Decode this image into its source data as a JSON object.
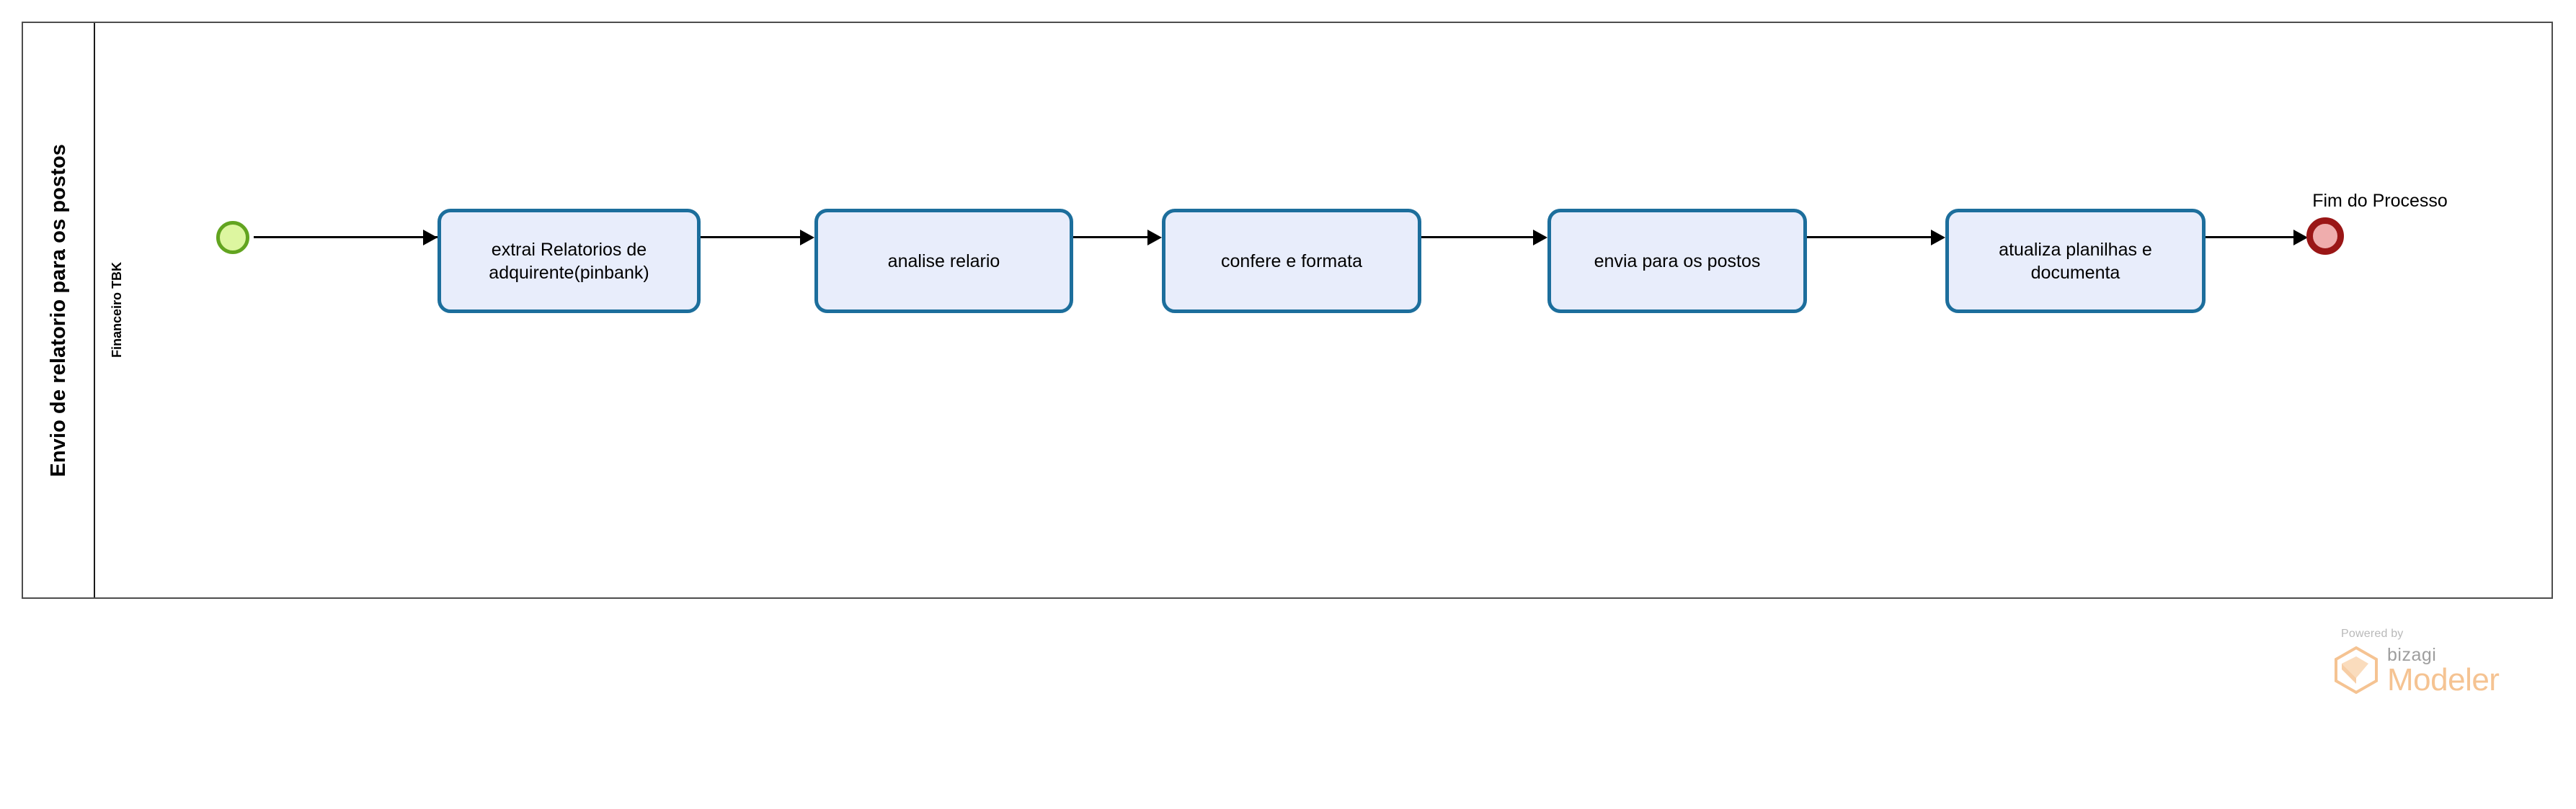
{
  "diagram": {
    "type": "bpmn-process",
    "pool": {
      "title": "Envio de relatorio para os postos"
    },
    "lane": {
      "title": "Financeiro TBK"
    },
    "events": [
      {
        "id": "start",
        "kind": "start-event",
        "label": "",
        "fill": "#ddf6a0",
        "stroke": "#62a420"
      },
      {
        "id": "end",
        "kind": "end-event",
        "label": "Fim do Processo",
        "fill": "#efadad",
        "stroke": "#9a1616"
      }
    ],
    "tasks": [
      {
        "id": "t1",
        "label": "extrai Relatorios de adquirente(pinbank)"
      },
      {
        "id": "t2",
        "label": "analise relario"
      },
      {
        "id": "t3",
        "label": "confere e formata"
      },
      {
        "id": "t4",
        "label": "envia para os postos"
      },
      {
        "id": "t5",
        "label": "atualiza planilhas e documenta"
      }
    ],
    "task_style": {
      "fill": "#e8edfb",
      "stroke": "#1c6e9c"
    },
    "flows": [
      {
        "from": "start",
        "to": "t1"
      },
      {
        "from": "t1",
        "to": "t2"
      },
      {
        "from": "t2",
        "to": "t3"
      },
      {
        "from": "t3",
        "to": "t4"
      },
      {
        "from": "t4",
        "to": "t5"
      },
      {
        "from": "t5",
        "to": "end"
      }
    ]
  },
  "watermark": {
    "powered_by": "Powered by",
    "brand": "bizagi",
    "product": "Modeler",
    "icon": "hexagon-logo-icon",
    "brand_color": "#f5c392"
  }
}
